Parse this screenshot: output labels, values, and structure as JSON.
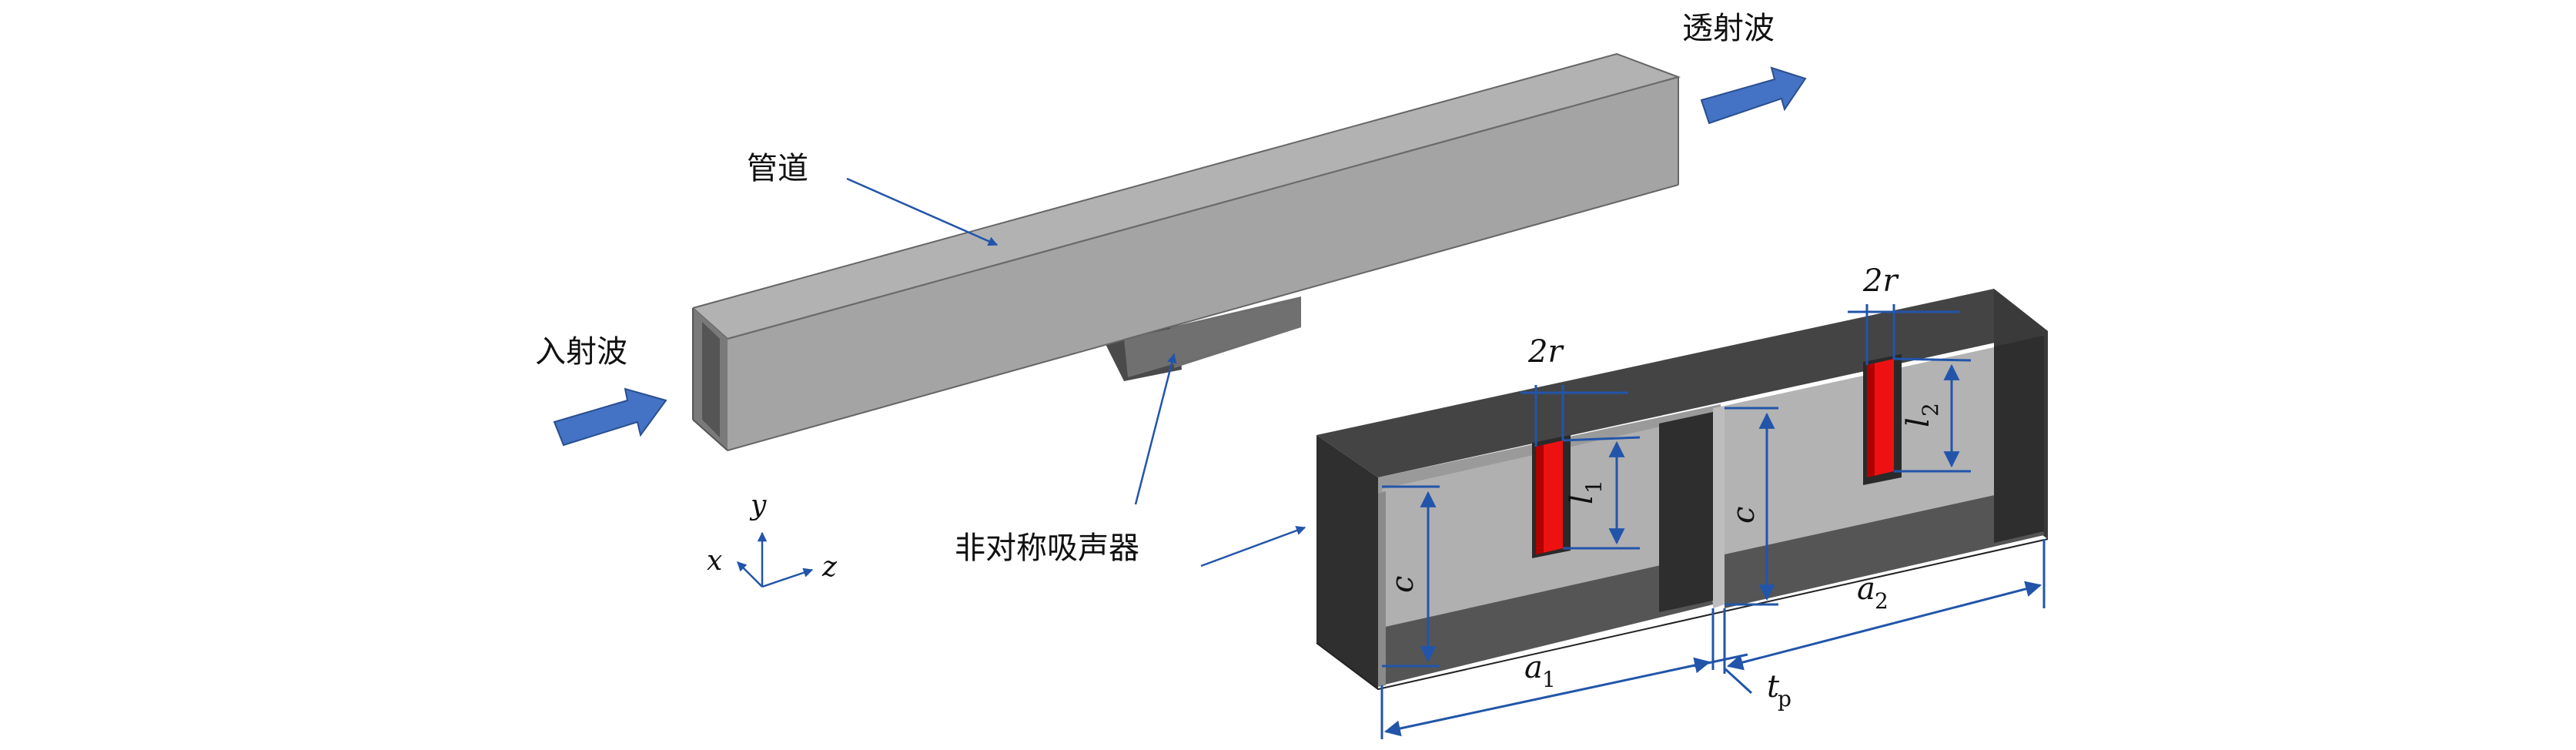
{
  "diagram": {
    "labels": {
      "incident_wave": "入射波",
      "transmitted_wave": "透射波",
      "pipe": "管道",
      "absorber": "非对称吸声器"
    },
    "axes": {
      "y": "y",
      "x": "x",
      "z": "z"
    },
    "dimensions": {
      "two_r_1": "2r",
      "two_r_2": "2r",
      "l1_main": "l",
      "l1_sub": "1",
      "l2_main": "l",
      "l2_sub": "2",
      "c_left": "c",
      "c_right": "c",
      "a1_main": "a",
      "a1_sub": "1",
      "a2_main": "a",
      "a2_sub": "2",
      "tp_main": "t",
      "tp_sub": "p"
    },
    "colors": {
      "pipe_top": "#aaaaaa",
      "pipe_front": "#a3a3a3",
      "pipe_end": "#7b7b7b",
      "box_dark": "#3a3a3a",
      "box_inner": "#b4b4b4",
      "neck_red": "#ee1111",
      "annotation_blue": "#2255aa",
      "arrow_fill": "#4472c4"
    }
  }
}
